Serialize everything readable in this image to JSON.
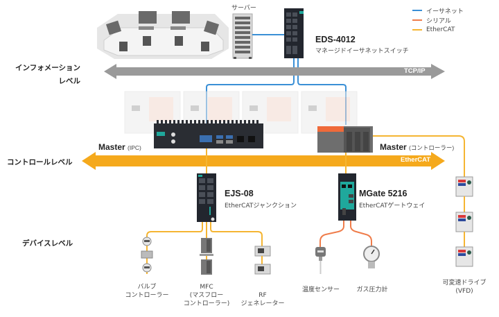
{
  "legend": {
    "items": [
      {
        "label": "イーサネット",
        "color": "#3a8fd6"
      },
      {
        "label": "シリアル",
        "color": "#ef7c4a"
      },
      {
        "label": "EtherCAT",
        "color": "#f5b532"
      }
    ]
  },
  "levels": {
    "information": {
      "line1": "インフォメーション",
      "line2": "レベル",
      "protocol": "TCP/IP"
    },
    "control": {
      "label": "コントロールレベル",
      "protocol": "EtherCAT"
    },
    "device": {
      "label": "デバイスレベル"
    }
  },
  "top": {
    "server_label": "サーバー",
    "switch": {
      "model": "EDS-4012",
      "desc": "マネージドイーサネットスイッチ"
    }
  },
  "masters": {
    "ipc": {
      "name": "Master",
      "type": "(IPC)"
    },
    "controller": {
      "name": "Master",
      "type": "(コントローラー)"
    }
  },
  "devices": {
    "ejs": {
      "model": "EJS-08",
      "desc": "EtherCATジャンクション"
    },
    "mgate": {
      "model": "MGate 5216",
      "desc": "EtherCATゲートウェイ"
    }
  },
  "field_devices": {
    "valve": {
      "line1": "バルブ",
      "line2": "コントローラー"
    },
    "mfc": {
      "line1": "MFC",
      "line2": "(マスフロー",
      "line3": "コントローラー)"
    },
    "rf": {
      "line1": "RF",
      "line2": "ジェネレーター"
    },
    "temp": {
      "line1": "温度センサー"
    },
    "gas": {
      "line1": "ガス圧力計"
    },
    "vfd": {
      "line1": "可変速ドライブ",
      "line2": "(VFD)"
    }
  },
  "colors": {
    "ethernet": "#3a8fd6",
    "serial": "#ef7c4a",
    "ethercat": "#f5b532",
    "tcpip_arrow": "#9a9a9a",
    "ethercat_arrow": "#f5a91c",
    "moxa_teal": "#1fa89c",
    "device_dark": "#22262e"
  }
}
